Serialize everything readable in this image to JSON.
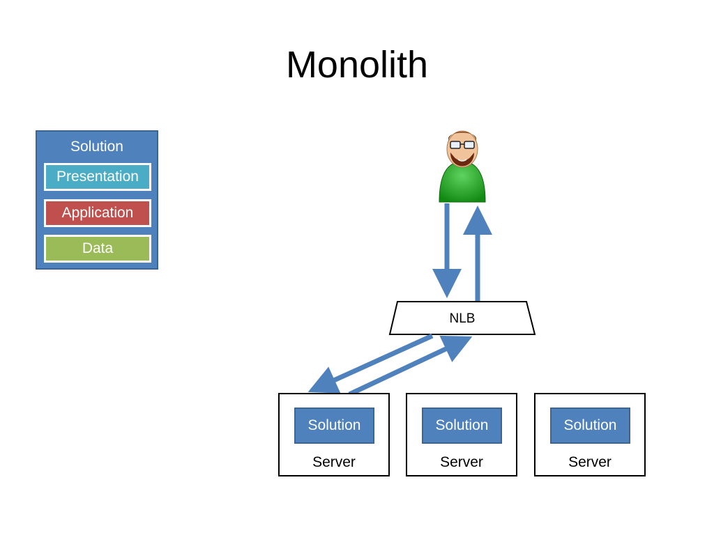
{
  "slide": {
    "title": "Monolith"
  },
  "legend": {
    "title": "Solution",
    "layers": [
      {
        "label": "Presentation",
        "color": "#4bacc6"
      },
      {
        "label": "Application",
        "color": "#c0504d"
      },
      {
        "label": "Data",
        "color": "#9bbb59"
      }
    ]
  },
  "nlb": {
    "label": "NLB"
  },
  "servers": [
    {
      "solution_label": "Solution",
      "label": "Server"
    },
    {
      "solution_label": "Solution",
      "label": "Server"
    },
    {
      "solution_label": "Solution",
      "label": "Server"
    }
  ],
  "colors": {
    "solution_blue": "#4f81bd",
    "arrow_blue": "#4f81bd",
    "user_body_green": "#1e9b1e"
  },
  "icons": {
    "user": "user-avatar-icon"
  }
}
